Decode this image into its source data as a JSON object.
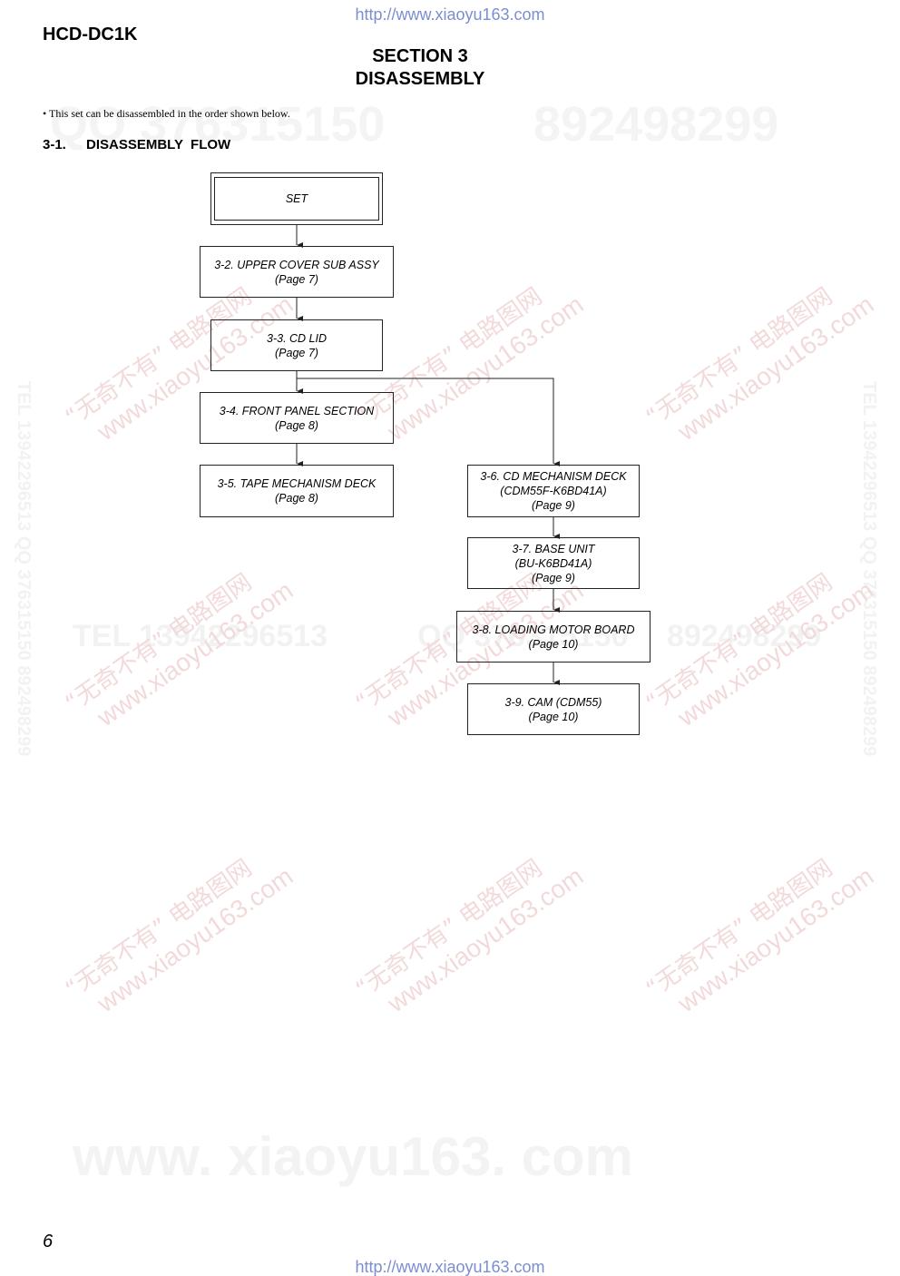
{
  "header": {
    "url": "http://www.xiaoyu163.com",
    "model": "HCD-DC1K"
  },
  "section": {
    "line1": "SECTION  3",
    "line2": "DISASSEMBLY"
  },
  "intro": "• This set can be disassembled in the order shown below.",
  "subsection": {
    "number": "3-1.",
    "title": "DISASSEMBLY  FLOW"
  },
  "flow": {
    "set": "SET",
    "upper_cover": {
      "title": "3-2. UPPER COVER SUB ASSY",
      "page": "(Page 7)"
    },
    "cd_lid": {
      "title": "3-3. CD LID",
      "page": "(Page 7)"
    },
    "front_panel": {
      "title": "3-4. FRONT PANEL SECTION",
      "page": "(Page 8)"
    },
    "tape_deck": {
      "title": "3-5. TAPE MECHANISM DECK",
      "page": "(Page 8)"
    },
    "cd_mech": {
      "title": "3-6. CD MECHANISM DECK",
      "model": "(CDM55F-K6BD41A)",
      "page": "(Page 9)"
    },
    "base_unit": {
      "title": "3-7. BASE UNIT",
      "model": "(BU-K6BD41A)",
      "page": "(Page 9)"
    },
    "loading_motor": {
      "title": "3-8. LOADING MOTOR BOARD",
      "page": "(Page 10)"
    },
    "cam": {
      "title": "3-9. CAM (CDM55)",
      "page": "(Page 10)"
    }
  },
  "watermarks": {
    "diagonal_cn": "“无奇不有” 电路图网",
    "diagonal_url": "www.xiaoyu163.com",
    "tel_line": "TEL 13942296513",
    "qq_line": "QQ 376315150",
    "qq_num2": "892498299",
    "vertical": "TEL 13942296513  QQ 376315150  892498299",
    "big_url": "www. xiaoyu163. com"
  },
  "footer": {
    "page_number": "6",
    "url": "http://www.xiaoyu163.com"
  },
  "colors": {
    "url_link": "#7c8ed0",
    "watermark_red": "#f3dada",
    "watermark_grey": "#f1f1f1",
    "line": "#222222"
  }
}
